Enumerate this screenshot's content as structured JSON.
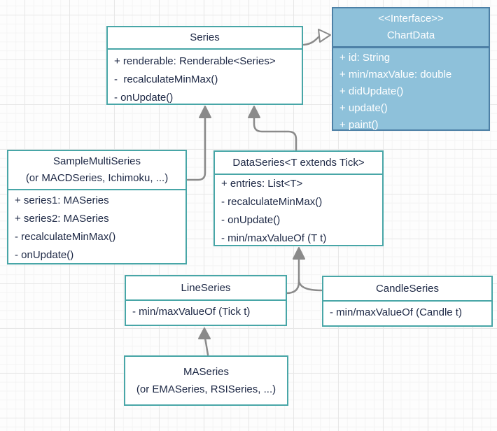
{
  "diagram": {
    "background": "#fdfdfd",
    "grid_minor_color": "#f4f4f4",
    "grid_major_color": "#e7e7e7",
    "class_border_color": "#48a6a7",
    "interface_fill_color": "#8ec1da",
    "interface_border_color": "#4d80a6",
    "text_color": "#1d2845",
    "interface_text_color": "#ffffff",
    "connector_color": "#8a8a8a"
  },
  "classes": {
    "series": {
      "title": "Series",
      "members": [
        "+ renderable: Renderable<Series>",
        "-  recalculateMinMax()",
        "- onUpdate()"
      ]
    },
    "chartdata": {
      "stereotype": "<<Interface>>",
      "title": "ChartData",
      "members": [
        "+ id: String",
        "+ min/maxValue: double",
        "+ didUpdate()",
        "+ update()",
        "+ paint()"
      ]
    },
    "samplemultiseries": {
      "title": "SampleMultiSeries",
      "subtitle": "(or MACDSeries, Ichimoku, ...)",
      "members": [
        "+ series1: MASeries",
        "+ series2: MASeries",
        "- recalculateMinMax()",
        "- onUpdate()"
      ]
    },
    "dataseries": {
      "title": "DataSeries<T extends Tick>",
      "members": [
        "+ entries: List<T>",
        "- recalculateMinMax()",
        "- onUpdate()",
        "- min/maxValueOf (T t)"
      ]
    },
    "lineseries": {
      "title": "LineSeries",
      "members": [
        "- min/maxValueOf (Tick t)"
      ]
    },
    "candleseries": {
      "title": "CandleSeries",
      "members": [
        "- min/maxValueOf (Candle t)"
      ]
    },
    "maseries": {
      "title": "MASeries",
      "subtitle": "(or EMASeries, RSISeries, ...)"
    }
  },
  "connectors": [
    {
      "from": "Series",
      "to": "ChartData",
      "relation": "association-open-arrow"
    },
    {
      "from": "SampleMultiSeries",
      "to": "Series",
      "relation": "inheritance"
    },
    {
      "from": "DataSeries",
      "to": "Series",
      "relation": "inheritance"
    },
    {
      "from": "LineSeries",
      "to": "DataSeries",
      "relation": "inheritance"
    },
    {
      "from": "CandleSeries",
      "to": "DataSeries",
      "relation": "inheritance"
    },
    {
      "from": "MASeries",
      "to": "LineSeries",
      "relation": "inheritance"
    }
  ]
}
